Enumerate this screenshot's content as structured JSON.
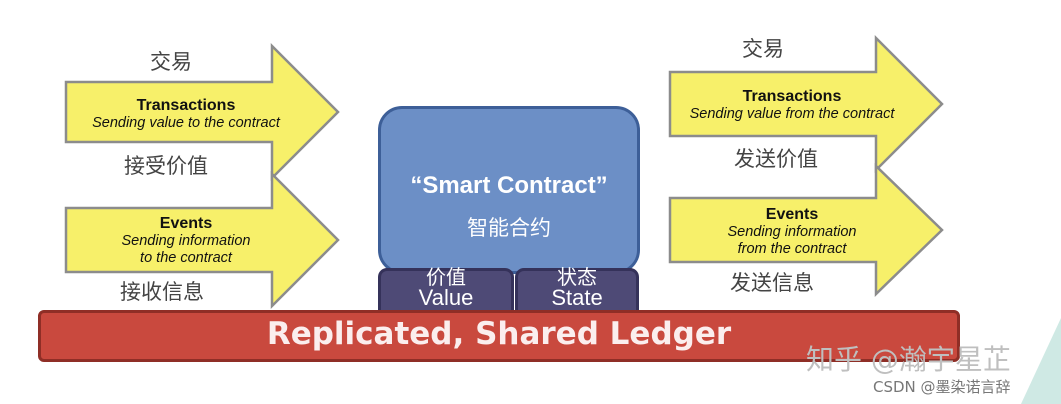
{
  "left": {
    "arrow1": {
      "cn_top": "交易",
      "title": "Transactions",
      "subtitle": "Sending value to the contract",
      "cn_bottom": "接受价值"
    },
    "arrow2": {
      "title": "Events",
      "subtitle_line1": "Sending information",
      "subtitle_line2": "to the contract",
      "cn_bottom": "接收信息"
    }
  },
  "right": {
    "arrow1": {
      "cn_top": "交易",
      "title": "Transactions",
      "subtitle": "Sending value from the contract",
      "cn_bottom": "发送价值"
    },
    "arrow2": {
      "title": "Events",
      "subtitle_line1": "Sending information",
      "subtitle_line2": "from the contract",
      "cn_bottom": "发送信息"
    }
  },
  "contract": {
    "title": "“Smart Contract”",
    "cn": "智能合约"
  },
  "value_box": {
    "label": "Value",
    "cn": "价值"
  },
  "state_box": {
    "label": "State",
    "cn": "状态"
  },
  "ledger": {
    "label": "Replicated, Shared Ledger"
  },
  "watermark": {
    "line1": "知乎 @瀚宇星芷",
    "line2": "CSDN @墨染诺言辞"
  },
  "colors": {
    "arrow_fill": "#f7f06a",
    "arrow_stroke": "#8c8c8c",
    "contract_fill": "#6c8fc6",
    "box_fill": "#4e4a76",
    "ledger_fill": "#c9493e"
  }
}
